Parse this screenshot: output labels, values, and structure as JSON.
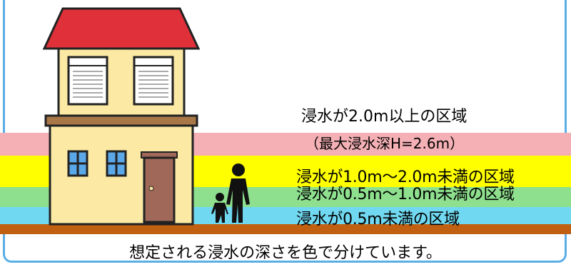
{
  "legend": {
    "zone_over_2m": "浸水が2.0m以上の区域",
    "max_depth": "（最大浸水深H=2.6m）",
    "zone_1_to_2m": "浸水が1.0m～2.0m未満の区域",
    "zone_05_to_1m": "浸水が0.5m～1.0m未満の区域",
    "zone_under_05m": "浸水が0.5m未満の区域"
  },
  "caption": "想定される浸水の深さを色で分けています。",
  "colors": {
    "zone_over_2m": "#f4b0b4",
    "zone_1_to_2m": "#ffff00",
    "zone_05_to_1m": "#8ee08e",
    "zone_under_05m": "#70d8f0",
    "ground": "#c06010",
    "frame": "#5aaee6",
    "roof": "#e0303a",
    "wall": "#fbe9a4",
    "door": "#a06858"
  }
}
